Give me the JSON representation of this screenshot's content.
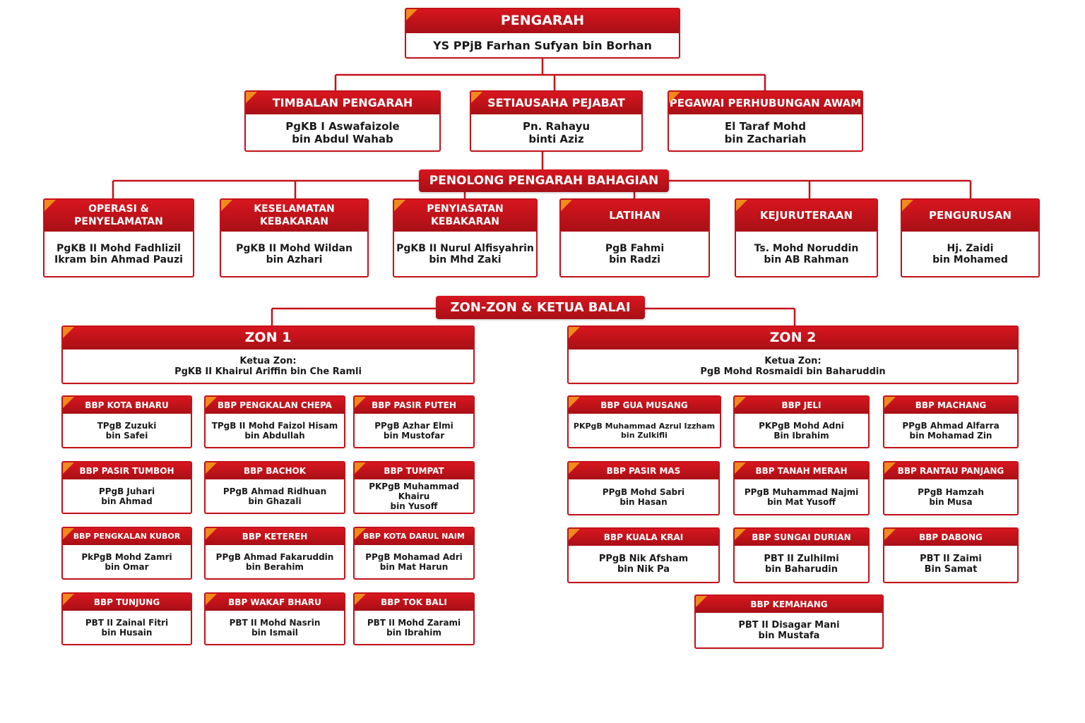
{
  "director": {
    "title": "PENGARAH",
    "name": "YS PPjB Farhan Sufyan bin Borhan"
  },
  "deputies": [
    {
      "title": "TIMBALAN PENGARAH",
      "lines": [
        "PgKB I Aswafaizole",
        "bin Abdul Wahab"
      ]
    },
    {
      "title": "SETIAUSAHA PEJABAT",
      "lines": [
        "Pn. Rahayu",
        "binti Aziz"
      ]
    },
    {
      "title": "PEGAWAI PERHUBUNGAN AWAM",
      "lines": [
        "El Taraf Mohd",
        "bin Zachariah"
      ]
    }
  ],
  "divisions_heading": "PENOLONG PENGARAH BAHAGIAN",
  "divisions": [
    {
      "title": [
        "OPERASI &",
        "PENYELAMATAN"
      ],
      "lines": [
        "PgKB II Mohd Fadhlizil",
        "Ikram bin Ahmad Pauzi"
      ]
    },
    {
      "title": [
        "KESELAMATAN",
        "KEBAKARAN"
      ],
      "lines": [
        "PgKB II Mohd Wildan",
        "bin Azhari"
      ]
    },
    {
      "title": [
        "PENYIASATAN",
        "KEBAKARAN"
      ],
      "lines": [
        "PgKB II Nurul Alfisyahrin",
        "bin Mhd Zaki"
      ]
    },
    {
      "title": [
        "LATIHAN"
      ],
      "lines": [
        "PgB Fahmi",
        "bin Radzi"
      ]
    },
    {
      "title": [
        "KEJURUTERAAN"
      ],
      "lines": [
        "Ts. Mohd Noruddin",
        "bin AB Rahman"
      ]
    },
    {
      "title": [
        "PENGURUSAN"
      ],
      "lines": [
        "Hj. Zaidi",
        "bin Mohamed"
      ]
    }
  ],
  "zones_heading": "ZON-ZON & KETUA BALAI",
  "zones": [
    {
      "title": "ZON 1",
      "lines": [
        "Ketua Zon:",
        "PgKB II Khairul Ariffin bin Che Ramli"
      ]
    },
    {
      "title": "ZON 2",
      "lines": [
        "Ketua Zon:",
        "PgB Mohd Rosmaidi bin Baharuddin"
      ]
    }
  ],
  "stations": [
    {
      "title": "BBP KOTA BHARU",
      "lines": [
        "TPgB Zuzuki",
        "bin Safei"
      ]
    },
    {
      "title": "BBP PENGKALAN CHEPA",
      "lines": [
        "TPgB II Mohd Faizol Hisam",
        "bin Abdullah"
      ]
    },
    {
      "title": "BBP PASIR PUTEH",
      "lines": [
        "PPgB Azhar Elmi",
        "bin Mustofar"
      ]
    },
    {
      "title": "BBP PASIR TUMBOH",
      "lines": [
        "PPgB Juhari",
        "bin Ahmad"
      ]
    },
    {
      "title": "BBP BACHOK",
      "lines": [
        "PPgB Ahmad Ridhuan",
        "bin Ghazali"
      ]
    },
    {
      "title": "BBP TUMPAT",
      "lines": [
        "PKPgB Muhammad Khairu",
        "bin Yusoff"
      ]
    },
    {
      "title": "BBP PENGKALAN KUBOR",
      "lines": [
        "PkPgB Mohd Zamri",
        "bin Omar"
      ]
    },
    {
      "title": "BBP KETEREH",
      "lines": [
        "PPgB Ahmad Fakaruddin",
        "bin Berahim"
      ]
    },
    {
      "title": "BBP KOTA DARUL NAIM",
      "lines": [
        "PPgB Mohamad Adri",
        "bin Mat Harun"
      ]
    },
    {
      "title": "BBP TUNJUNG",
      "lines": [
        "PBT II Zainal Fitri",
        "bin Husain"
      ]
    },
    {
      "title": "BBP WAKAF BHARU",
      "lines": [
        "PBT II Mohd Nasrin",
        "bin Ismail"
      ]
    },
    {
      "title": "BBP TOK BALI",
      "lines": [
        "PBT II Mohd Zarami",
        "bin Ibrahim"
      ]
    },
    {
      "title": "BBP GUA MUSANG",
      "lines": [
        "PKPgB Muhammad Azrul Izzham",
        "bin Zulkifli"
      ]
    },
    {
      "title": "BBP JELI",
      "lines": [
        "PKPgB Mohd Adni",
        "Bin Ibrahim"
      ]
    },
    {
      "title": "BBP MACHANG",
      "lines": [
        "PPgB Ahmad Alfarra",
        "bin Mohamad Zin"
      ]
    },
    {
      "title": "BBP PASIR MAS",
      "lines": [
        "PPgB Mohd Sabri",
        "bin Hasan"
      ]
    },
    {
      "title": "BBP TANAH MERAH",
      "lines": [
        "PPgB Muhammad Najmi",
        "bin Mat Yusoff"
      ]
    },
    {
      "title": "BBP RANTAU PANJANG",
      "lines": [
        "PPgB Hamzah",
        "bin Musa"
      ]
    },
    {
      "title": "BBP KUALA KRAI",
      "lines": [
        "PPgB Nik Afsham",
        "bin Nik Pa"
      ]
    },
    {
      "title": "BBP SUNGAI DURIAN",
      "lines": [
        "PBT II Zulhilmi",
        "bin Baharudin"
      ]
    },
    {
      "title": "BBP DABONG",
      "lines": [
        "PBT II Zaimi",
        "Bin Samat"
      ]
    },
    {
      "title": "BBP KEMAHANG",
      "lines": [
        "PBT II Disagar Mani",
        "bin Mustafa"
      ]
    }
  ],
  "colors": {
    "primary": "#c4121a",
    "header_dark": "#a80f16",
    "accent": "#f08a1c"
  }
}
